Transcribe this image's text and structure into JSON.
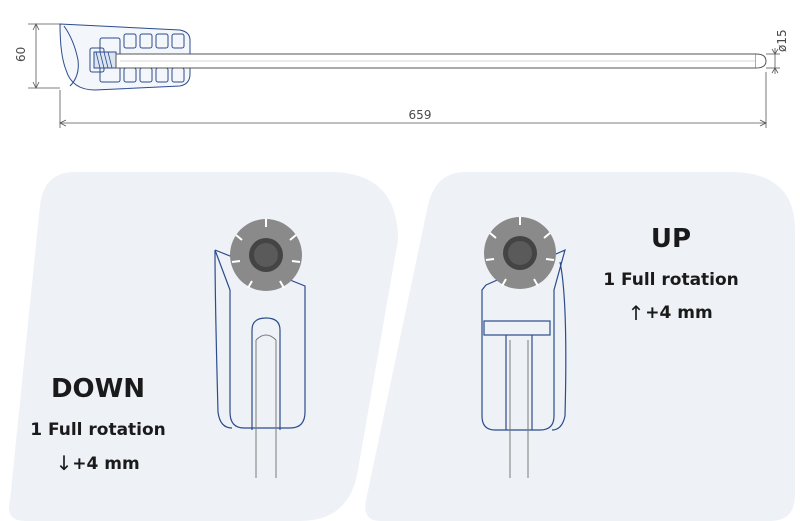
{
  "dimensions": {
    "height": "60",
    "diameter": "ø15",
    "length": "659"
  },
  "down_panel": {
    "title": "DOWN",
    "subtitle": "1 Full rotation",
    "arrow": "↓",
    "amount": "+4 mm"
  },
  "up_panel": {
    "title": "UP",
    "subtitle": "1 Full rotation",
    "arrow": "↑",
    "amount": "+4 mm"
  },
  "colors": {
    "panel_bg": "#eef2f7",
    "outline_blue": "#2c4c8c",
    "dial_gray": "#8a8a8a",
    "dial_dark": "#444444",
    "line_gray": "#7a7a7a"
  }
}
